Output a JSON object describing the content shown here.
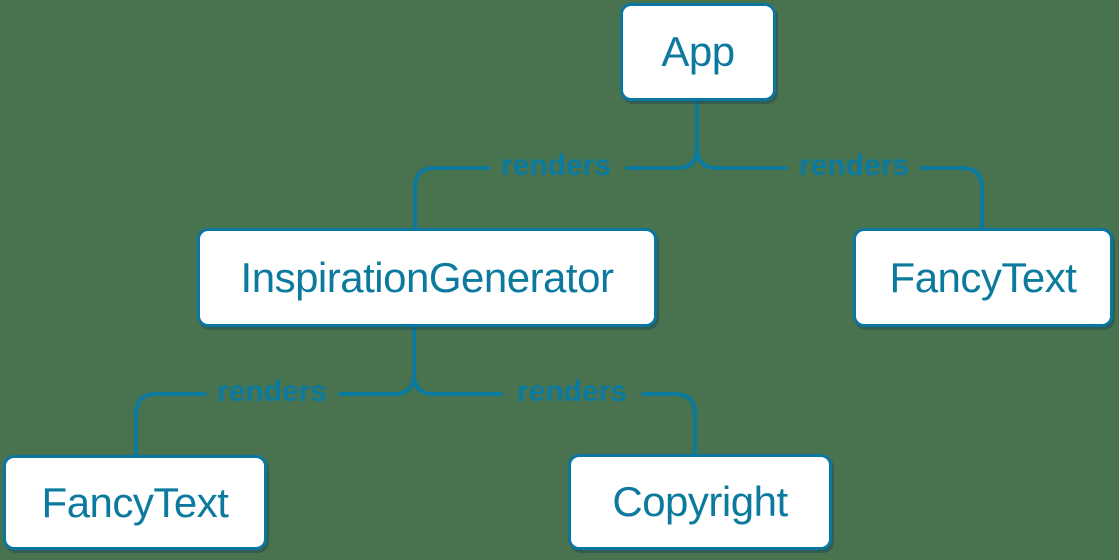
{
  "colors": {
    "background": "#49724F",
    "accent": "#0B7A9E",
    "node_border": "#0B76A0",
    "node_fill": "#FFFFFF"
  },
  "nodes": [
    {
      "id": "app",
      "label": "App"
    },
    {
      "id": "inspiration-generator",
      "label": "InspirationGenerator"
    },
    {
      "id": "fancy-text-top",
      "label": "FancyText"
    },
    {
      "id": "fancy-text-bottom",
      "label": "FancyText"
    },
    {
      "id": "copyright",
      "label": "Copyright"
    }
  ],
  "edges": [
    {
      "from": "App",
      "to": "InspirationGenerator",
      "label": "renders"
    },
    {
      "from": "App",
      "to": "FancyText",
      "label": "renders"
    },
    {
      "from": "InspirationGenerator",
      "to": "FancyText",
      "label": "renders"
    },
    {
      "from": "InspirationGenerator",
      "to": "Copyright",
      "label": "renders"
    }
  ]
}
